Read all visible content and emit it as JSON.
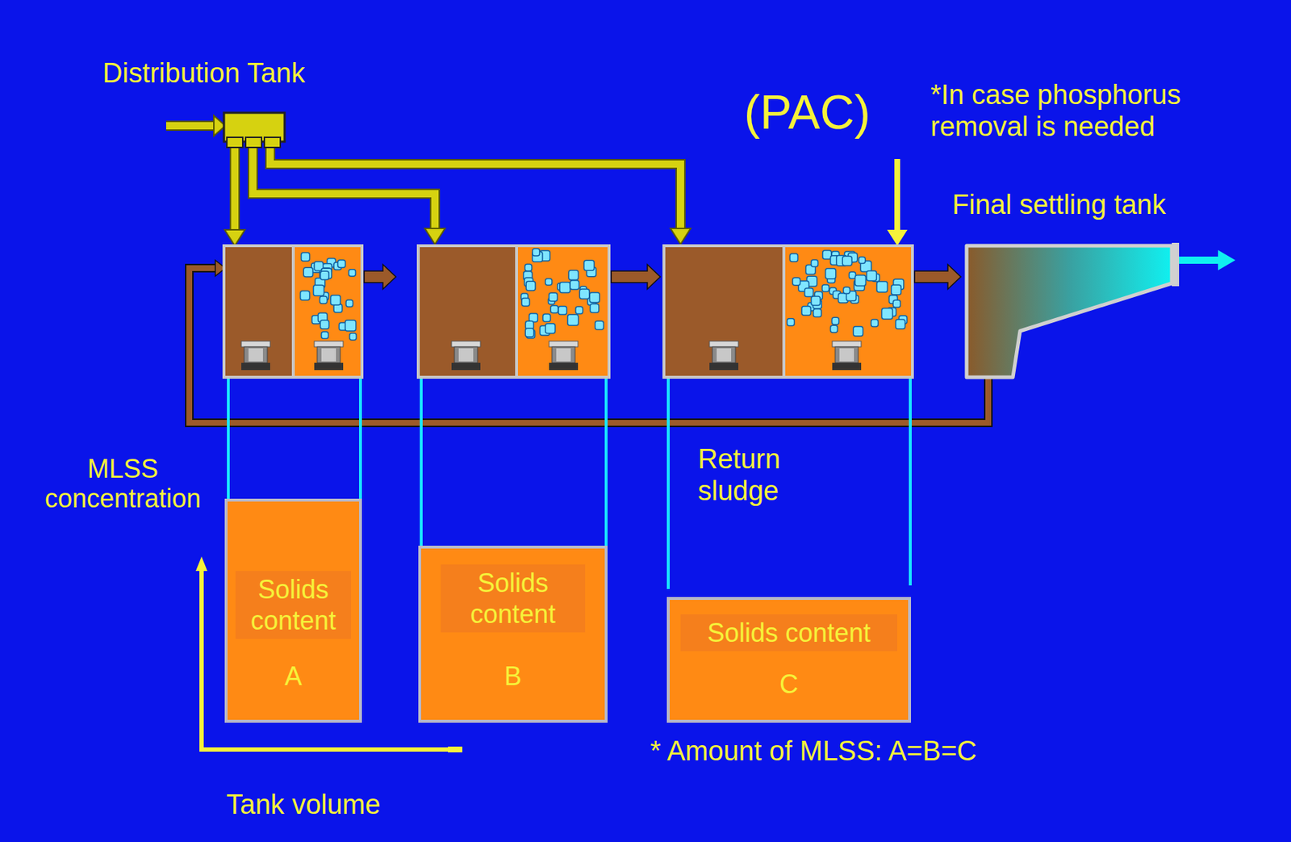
{
  "diagram": {
    "nodes": [
      {
        "text": [
          "Solids content",
          "A"
        ]
      },
      {
        "text": [
          "Solids content",
          "B"
        ]
      },
      {
        "text": [
          "Solids content",
          "C"
        ]
      }
    ],
    "labels": [
      "Distribution Tank",
      "(PAC)",
      "*In case phosphorus removal is needed",
      "Final settling tank",
      "MLSS concentration",
      "Return sludge",
      "* Amount of MLSS: A=B=C",
      "Tank volume"
    ]
  }
}
